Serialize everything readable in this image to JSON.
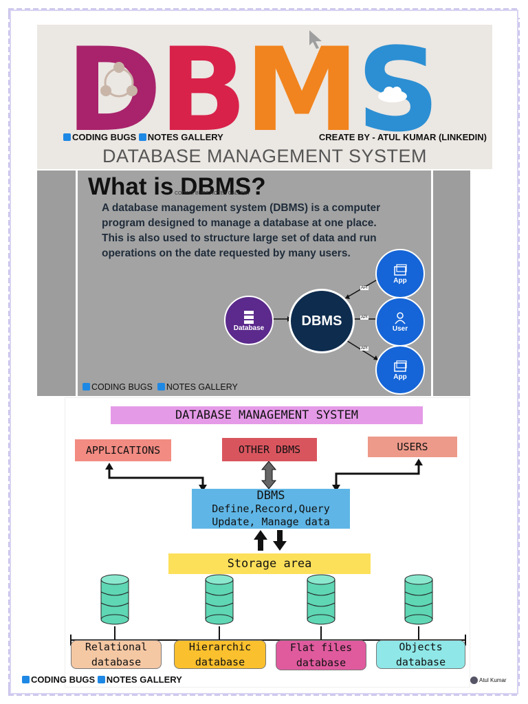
{
  "banner": {
    "letters": [
      "D",
      "B",
      "M",
      "S"
    ],
    "credit_left_1": "CODING BUGS",
    "credit_left_2": "NOTES GALLERY",
    "credit_right": "CREATE BY - ATUL KUMAR (LINKEDIN)",
    "subtitle": "DATABASE MANAGEMENT SYSTEM"
  },
  "whatis": {
    "title": "What is DBMS?",
    "tiny_watermark": "CODING BUGS   NOTES GALLERY",
    "description": "A database management system (DBMS) is a computer program designed to manage a database at one place. This is also used to structure large set of data and run operations on the date requested by many users.",
    "credit_1": "CODING BUGS",
    "credit_2": "NOTES GALLERY",
    "nodes": {
      "database": "Database",
      "dbms": "DBMS",
      "app_top": "App",
      "user": "User",
      "app_bottom": "App"
    },
    "api_label": "API"
  },
  "arch": {
    "title": "DATABASE MANAGEMENT SYSTEM",
    "applications": "APPLICATIONS",
    "other_dbms": "OTHER DBMS",
    "users": "USERS",
    "dbms_title": "DBMS",
    "dbms_line1": "Define,Record,Query",
    "dbms_line2": "Update, Manage data",
    "storage": "Storage area",
    "databases": [
      {
        "line1": "Relational",
        "line2": "database"
      },
      {
        "line1": "Hierarchic",
        "line2": "database"
      },
      {
        "line1": "Flat files",
        "line2": "database"
      },
      {
        "line1": "Objects",
        "line2": "database"
      }
    ]
  },
  "footer": {
    "credit_1": "CODING BUGS",
    "credit_2": "NOTES GALLERY",
    "author": "Atul Kumar"
  },
  "colors": {
    "d": "#a8236b",
    "b": "#d8224a",
    "m": "#f1841e",
    "s": "#2c8fd3",
    "cylinder": "#5fd6b4"
  }
}
